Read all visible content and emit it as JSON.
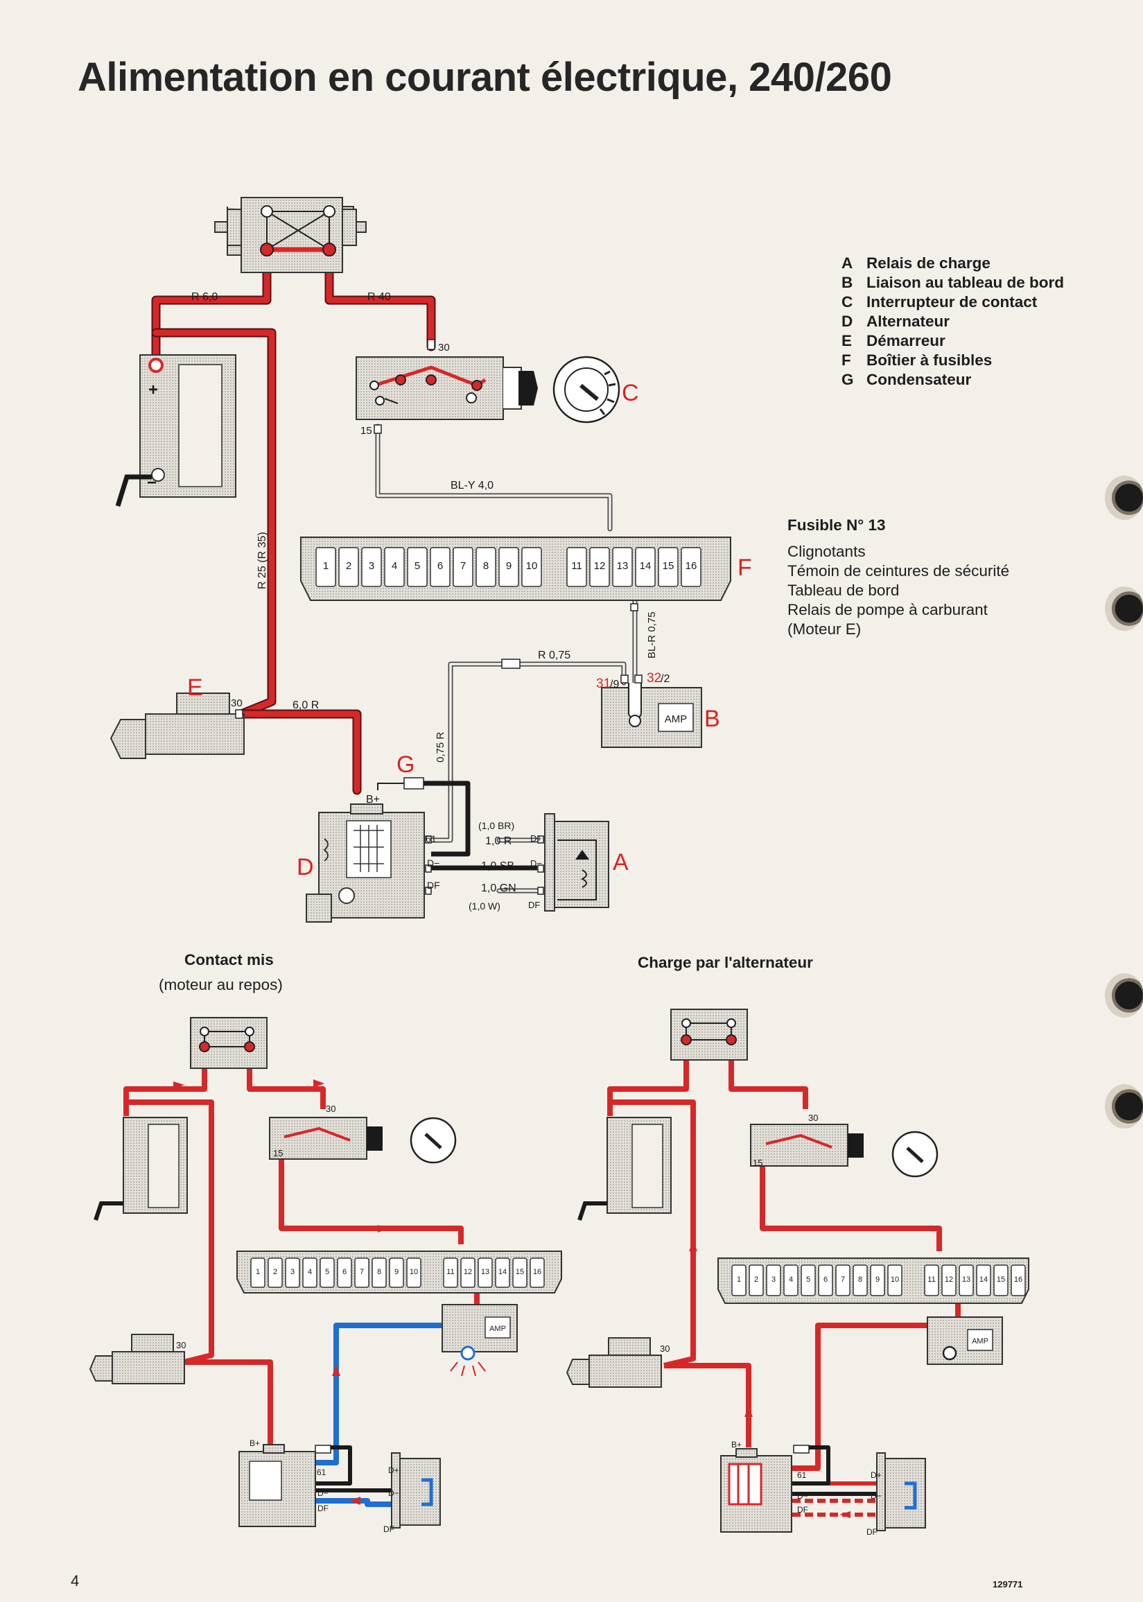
{
  "title": "Alimentation en courant électrique, 240/260",
  "legend": [
    {
      "key": "A",
      "label": "Relais de charge"
    },
    {
      "key": "B",
      "label": "Liaison au tableau de bord"
    },
    {
      "key": "C",
      "label": "Interrupteur de contact"
    },
    {
      "key": "D",
      "label": "Alternateur"
    },
    {
      "key": "E",
      "label": "Démarreur"
    },
    {
      "key": "F",
      "label": "Boîtier à fusibles"
    },
    {
      "key": "G",
      "label": "Condensateur"
    }
  ],
  "fuse_info": {
    "title": "Fusible N° 13",
    "items": [
      "Clignotants",
      "Témoin de ceintures de sécurité",
      "Tableau de bord",
      "Relais de pompe à carburant",
      "(Moteur E)"
    ]
  },
  "wire_labels": {
    "r60": "R 6,0",
    "r40": "R 40",
    "bly40": "BL-Y 4,0",
    "r25": "R 25 (R 35)",
    "r075": "R 0,75",
    "blr075": "BL-R 0,75",
    "r60b": "6,0 R",
    "r075v": "0,75 R",
    "br10": "(1,0 BR)",
    "r10": "1,0 R",
    "sb10": "1,0 SB",
    "gn10": "1,0 GN",
    "w10": "(1,0 W)"
  },
  "terminals": {
    "t30": "30",
    "t15": "15",
    "t31_9": "31",
    "t9": "/9",
    "t32_2": "32",
    "t2": "/2",
    "bplus": "B+",
    "t61": "61",
    "dminus": "D−",
    "df": "DF",
    "dplus": "D+",
    "plus": "+",
    "minus": "−"
  },
  "component_letters": {
    "A": "A",
    "B": "B",
    "C": "C",
    "D": "D",
    "E": "E",
    "F": "F",
    "G": "G"
  },
  "amp": "AMP",
  "fuses": [
    "1",
    "2",
    "3",
    "4",
    "5",
    "6",
    "7",
    "8",
    "9",
    "10",
    "11",
    "12",
    "13",
    "14",
    "15",
    "16"
  ],
  "subtitles": {
    "contact_title": "Contact mis",
    "contact_sub": "(moteur au repos)",
    "charge_title": "Charge par l'alternateur"
  },
  "page_number": "4",
  "ref_number": "129771",
  "colors": {
    "wire_red": "#d62828",
    "wire_blue": "#1f6fd1",
    "wire_black": "#1a1a1a",
    "wire_grey": "#6a6a6a",
    "component_fill": "#d9d6d0",
    "label_red": "#e02020"
  }
}
